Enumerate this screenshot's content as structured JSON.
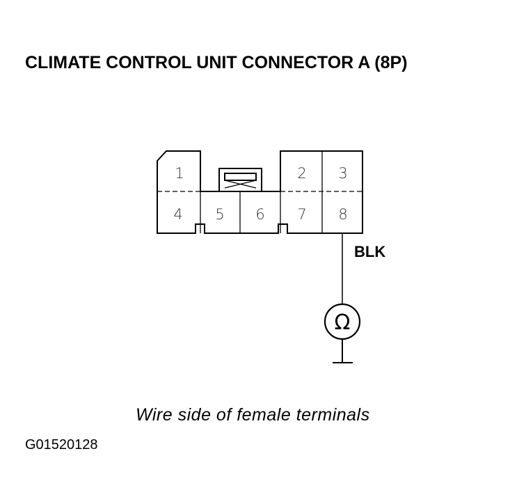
{
  "title": "CLIMATE CONTROL UNIT CONNECTOR A (8P)",
  "connector": {
    "terminals": [
      "1",
      "2",
      "3",
      "4",
      "5",
      "6",
      "7",
      "8"
    ]
  },
  "wire_color": "BLK",
  "meter_symbol": "Ω",
  "caption": "Wire side of female terminals",
  "figure_code": "G01520128",
  "colors": {
    "ink": "#000000",
    "paper": "#ffffff"
  }
}
